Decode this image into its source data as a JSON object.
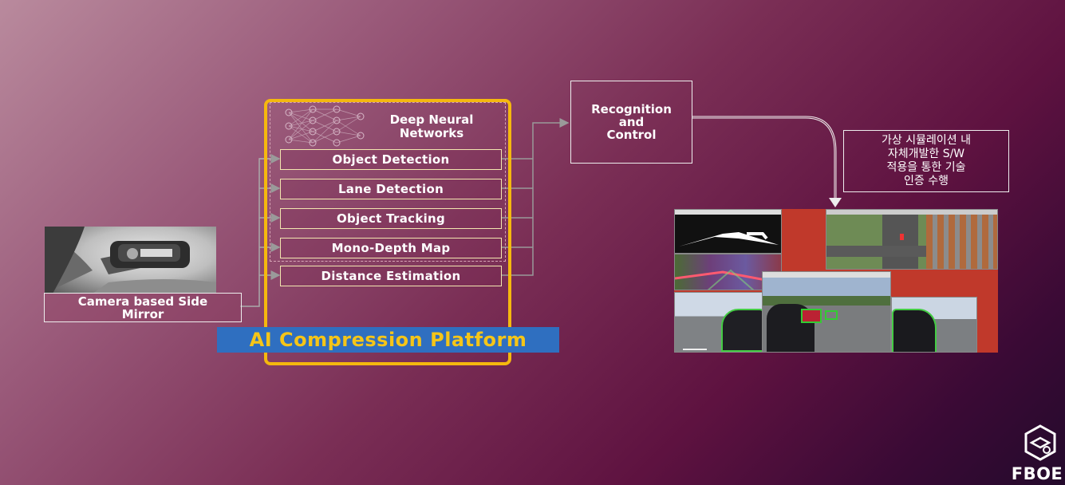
{
  "diagram": {
    "dnn_title": "Deep Neural Networks",
    "dnn_title_line1": "Deep Neural",
    "dnn_title_line2": "Networks",
    "modules": [
      "Object Detection",
      "Lane Detection",
      "Object Tracking",
      "Mono-Depth Map",
      "Distance Estimation"
    ],
    "platform_title": "AI Compression Platform",
    "camera_label_line1": "Camera based Side",
    "camera_label_line2": "Mirror",
    "recognition_control": "Recognition\nand\nControl",
    "korean_note": "가상 시뮬레이션 내\n자체개발한 S/W\n적용을 통한 기술\n인증 수행",
    "colors": {
      "platform_border": "#f5b80e",
      "platform_title_bg": "#2f6fc0",
      "platform_title_text": "#f5c518",
      "module_border": "#f3e7b0"
    }
  },
  "logo": {
    "text": "FBOE",
    "icon": "cube-logo-icon"
  }
}
